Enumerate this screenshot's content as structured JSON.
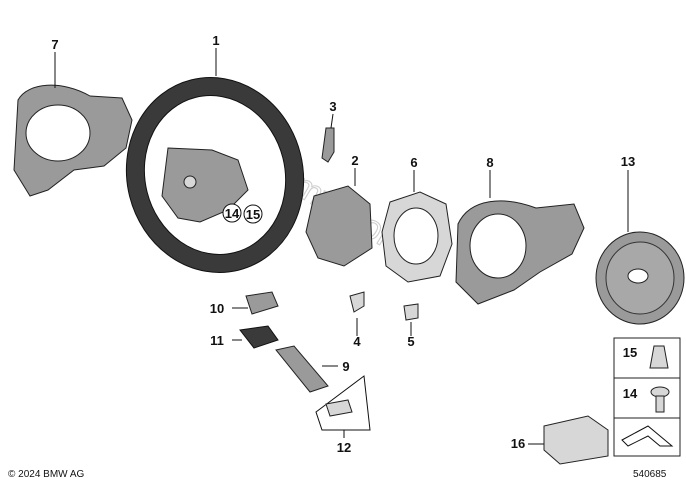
{
  "callouts": [
    {
      "id": "1",
      "label": "1"
    },
    {
      "id": "2",
      "label": "2"
    },
    {
      "id": "3",
      "label": "3"
    },
    {
      "id": "4",
      "label": "4"
    },
    {
      "id": "5",
      "label": "5"
    },
    {
      "id": "6",
      "label": "6"
    },
    {
      "id": "7",
      "label": "7"
    },
    {
      "id": "8",
      "label": "8"
    },
    {
      "id": "9",
      "label": "9"
    },
    {
      "id": "10",
      "label": "10"
    },
    {
      "id": "11",
      "label": "11"
    },
    {
      "id": "12",
      "label": "12"
    },
    {
      "id": "13",
      "label": "13"
    },
    {
      "id": "14",
      "label": "14"
    },
    {
      "id": "15",
      "label": "15"
    },
    {
      "id": "16",
      "label": "16"
    }
  ],
  "circled": [
    "14",
    "15"
  ],
  "legend": {
    "item15": "15",
    "item14": "14"
  },
  "copyright": "© 2024 BMW AG",
  "diagram_number": "540685",
  "watermark": "www.bmwstore.pl"
}
